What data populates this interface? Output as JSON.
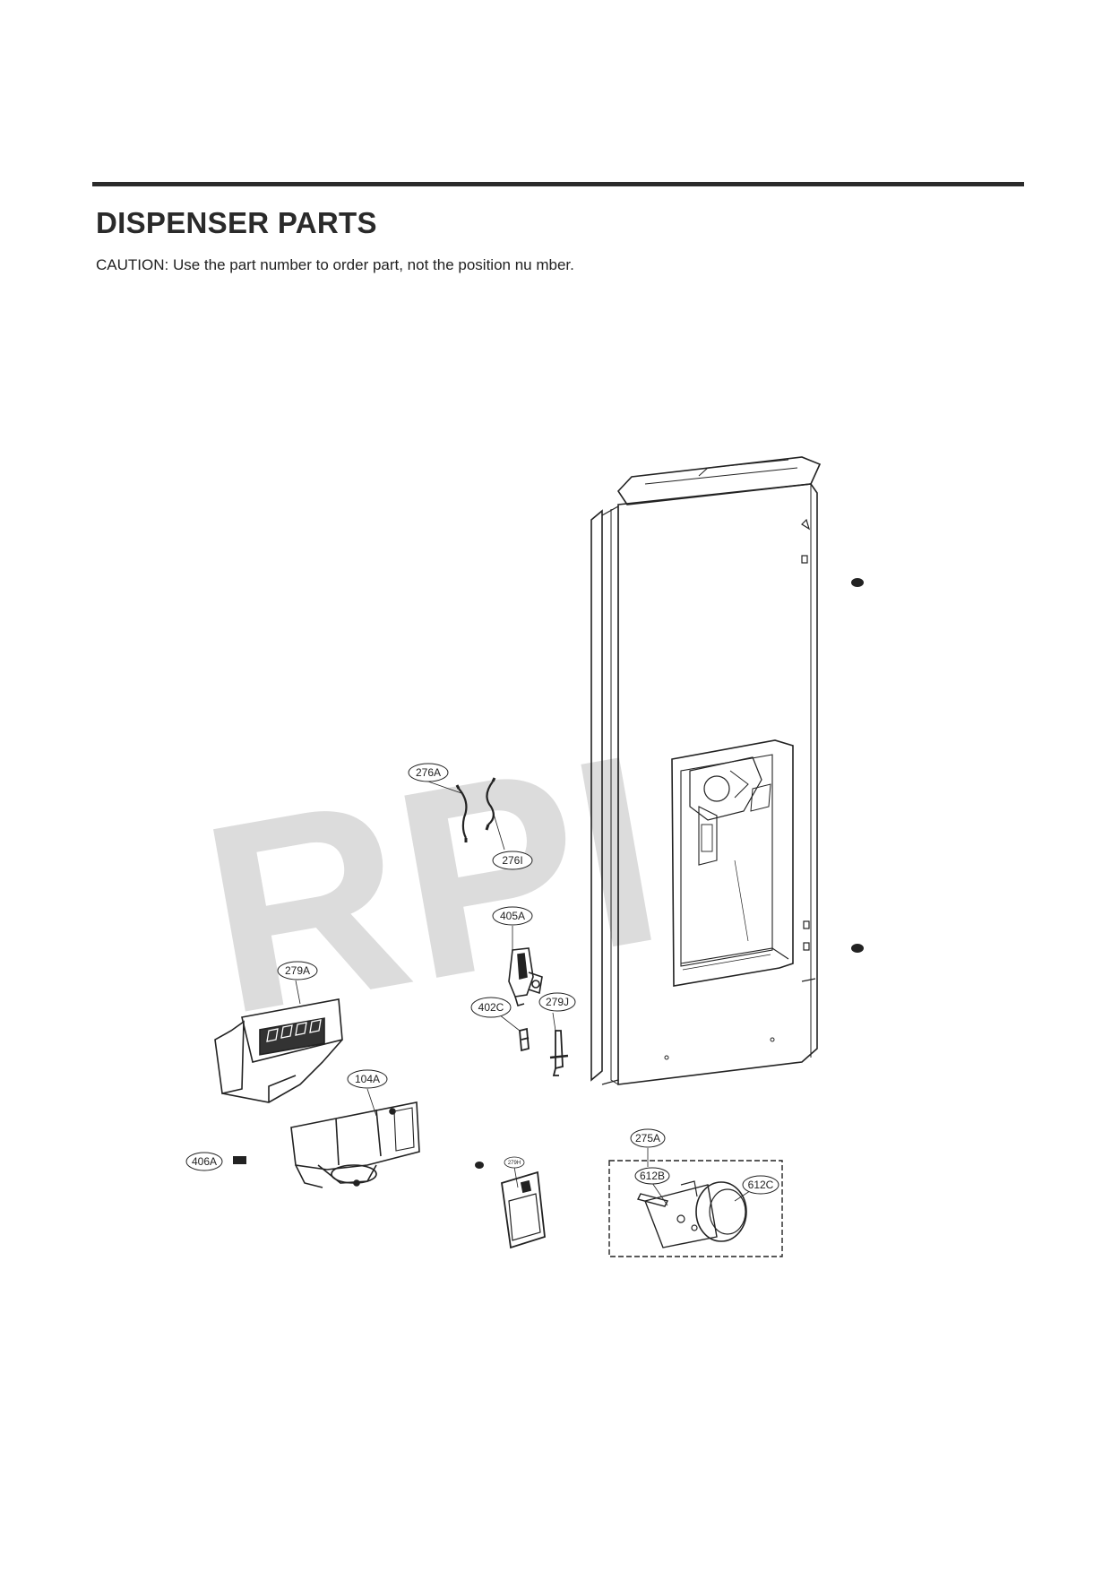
{
  "header": {
    "title": "DISPENSER PARTS",
    "caution": "CAUTION: Use the part number to order part, not the position nu  mber."
  },
  "watermark": "RPI",
  "callouts": {
    "c276A": "276A",
    "c276I": "276I",
    "c405A": "405A",
    "c402C": "402C",
    "c279J": "279J",
    "c279A": "279A",
    "c104A": "104A",
    "c406A": "406A",
    "c279H": "279H",
    "c275A": "275A",
    "c612B": "612B",
    "c612C": "612C"
  },
  "colors": {
    "ink": "#222222",
    "watermark": "#dcdcdc",
    "rule": "#2b2b2b"
  }
}
